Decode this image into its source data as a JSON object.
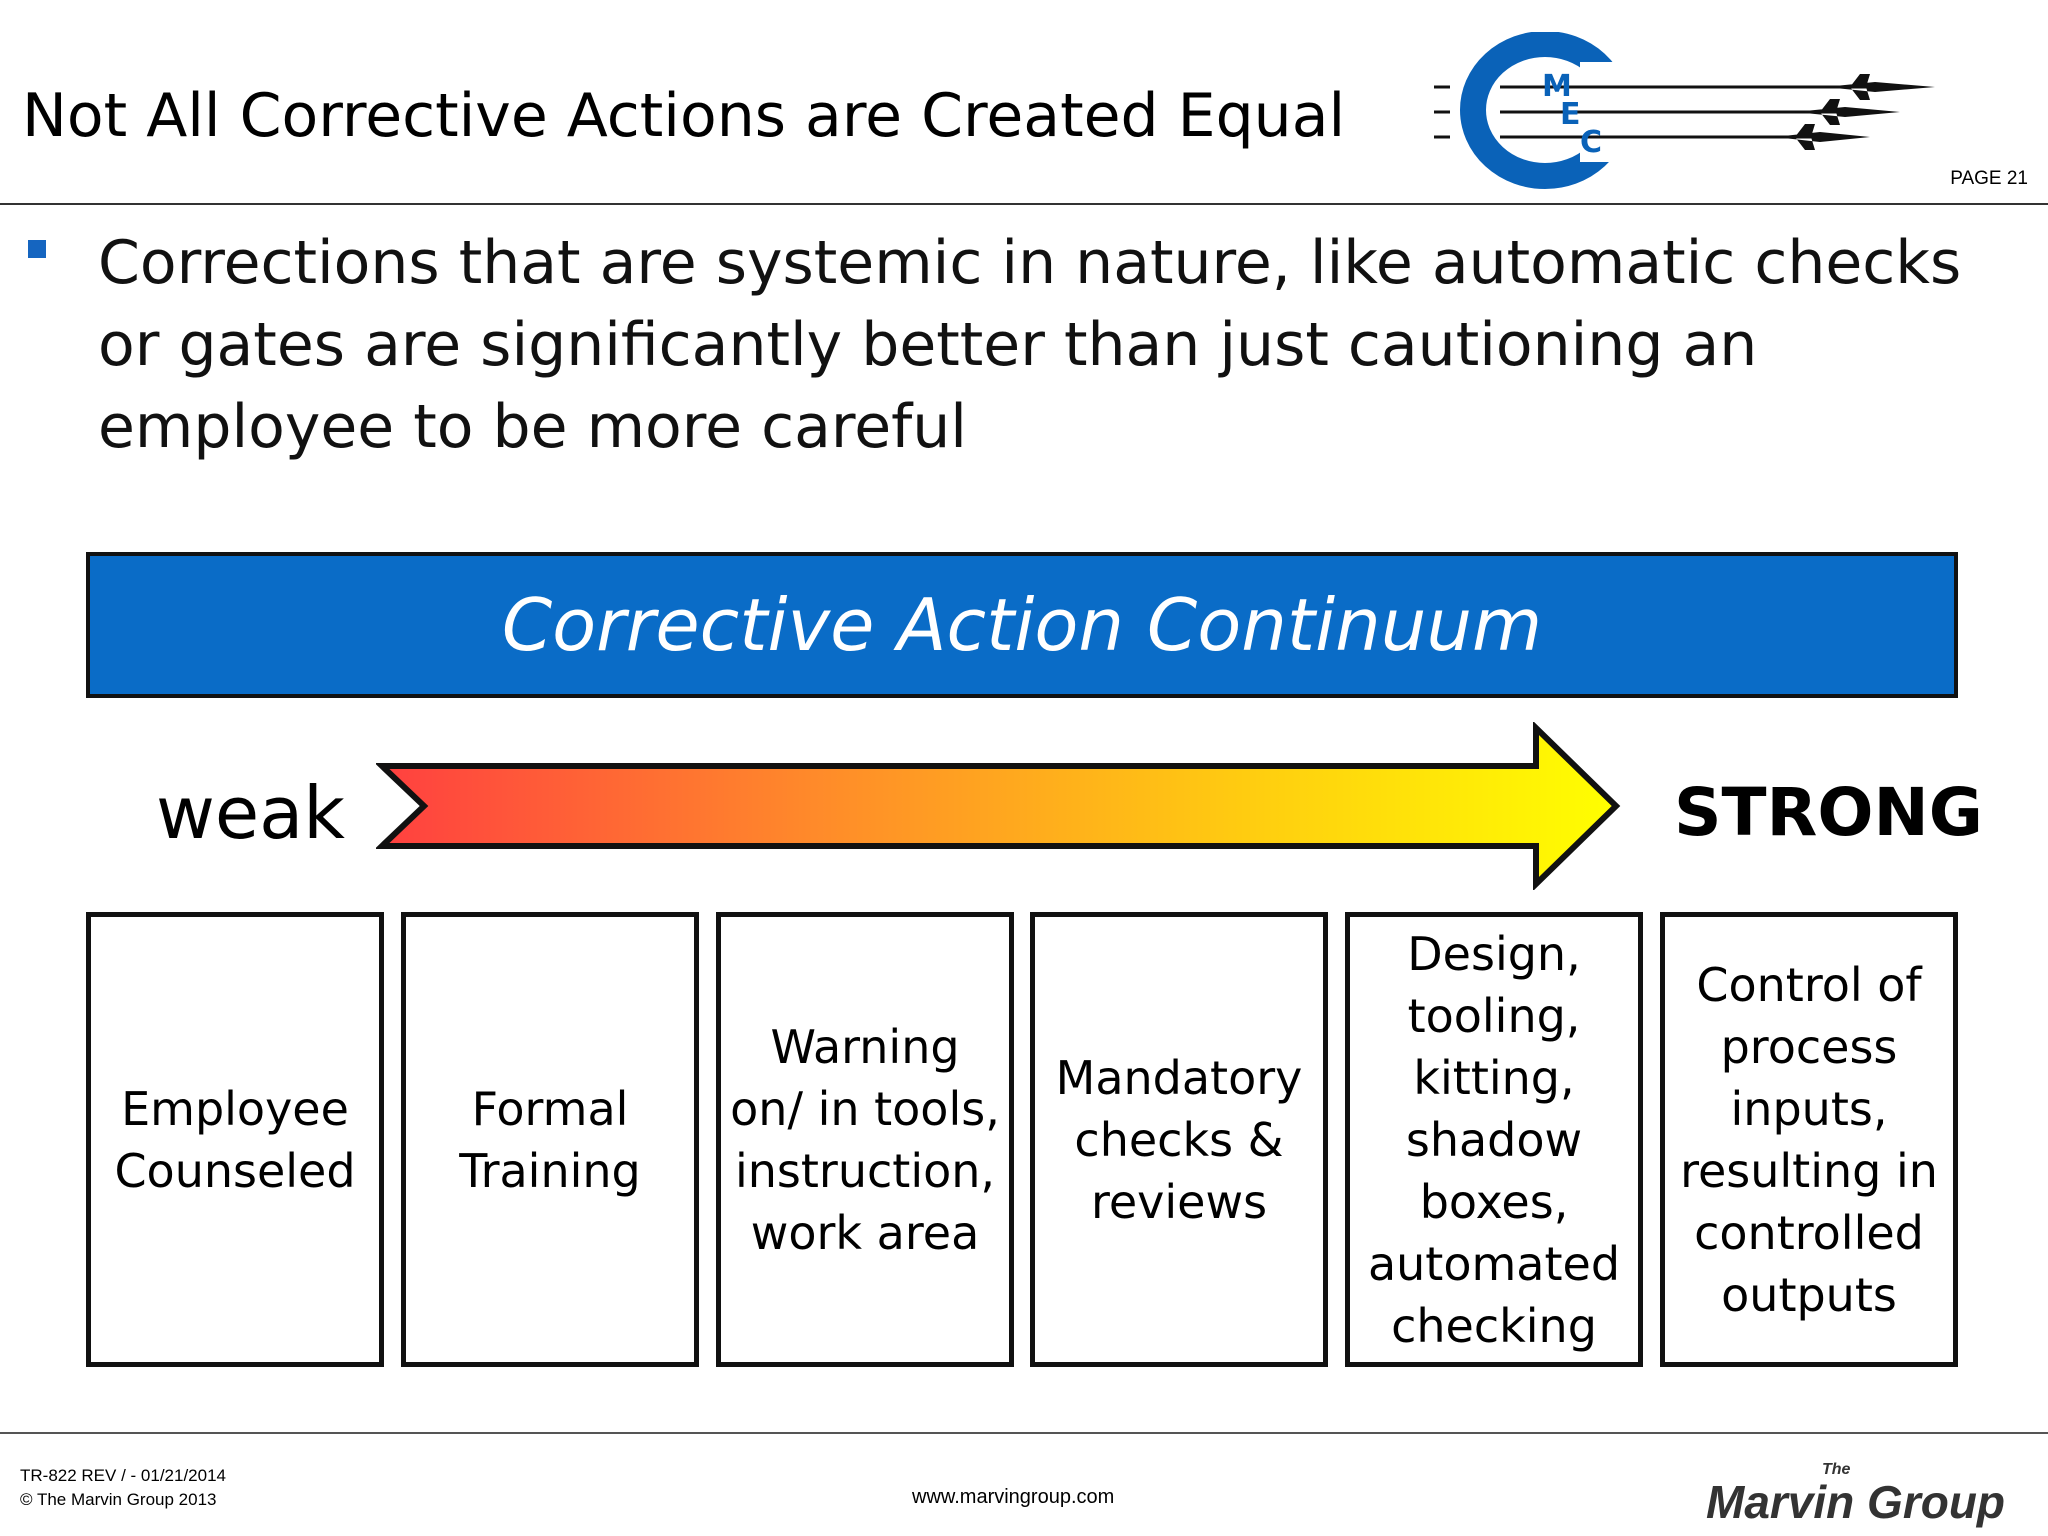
{
  "slide": {
    "title": "Not All Corrective Actions are Created Equal",
    "page_label": "PAGE 21"
  },
  "logo": {
    "letters": [
      "M",
      "E",
      "C"
    ],
    "icon": "mec-jets-logo",
    "colors": {
      "ring": "#0a62b8",
      "jets": "#111111"
    }
  },
  "bullet": {
    "text": "Corrections that are systemic in nature, like automatic checks or gates are significantly better than just cautioning an employee to be more careful",
    "marker_color": "#1565c0"
  },
  "continuum": {
    "banner_title": "Corrective Action Continuum",
    "banner_color": "#0a6cc7",
    "weak_label": "weak",
    "strong_label": "STRONG",
    "arrow_gradient": [
      "#ff4040",
      "#ff8a2a",
      "#ffcc10",
      "#ffff00"
    ],
    "boxes": [
      "Employee Counseled",
      "Formal Training",
      "Warning on/ in tools, instruction, work area",
      "Mandatory checks & reviews",
      "Design, tooling, kitting, shadow boxes, automated checking",
      "Control of process inputs, resulting in controlled outputs"
    ]
  },
  "footer": {
    "doc_ref": "TR-822 REV / - 01/21/2014",
    "copyright": "© The Marvin Group 2013",
    "url": "www.marvingroup.com",
    "brand_small": "The",
    "brand": "Marvin Group"
  }
}
